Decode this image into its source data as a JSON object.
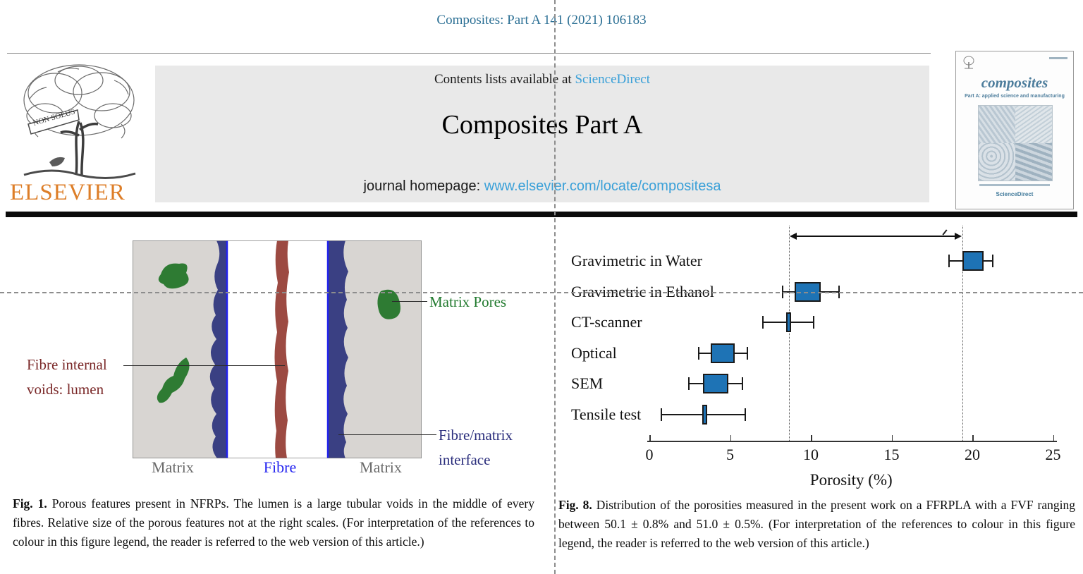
{
  "page": {
    "citation": "Composites: Part A 141 (2021) 106183"
  },
  "banner": {
    "contents_prefix": "Contents lists available at ",
    "sciencedirect_link": "ScienceDirect",
    "journal_title": "Composites Part A",
    "homepage_prefix": "journal homepage: ",
    "homepage_url": "www.elsevier.com/locate/compositesa"
  },
  "publisher": {
    "wordmark": "ELSEVIER",
    "motto": "NON SOLUS"
  },
  "cover": {
    "title": "composites",
    "subtitle": "Part A: applied science and manufacturing",
    "footer": "ScienceDirect"
  },
  "fig1": {
    "labels": {
      "lumen_line1": "Fibre internal",
      "lumen_line2": "voids: lumen",
      "matrix_pores": "Matrix Pores",
      "interface_line1": "Fibre/matrix",
      "interface_line2": "interface",
      "matrix_left": "Matrix",
      "fibre": "Fibre",
      "matrix_right": "Matrix"
    },
    "colors": {
      "matrix_fill": "#d8d5d2",
      "interface_band": "#3a4083",
      "fibre_boundary_line": "#2222ee",
      "lumen_stripe": "#9c4a42",
      "pore_green": "#2e7b33"
    },
    "caption_bold": "Fig. 1.",
    "caption_text": " Porous features present in NFRPs. The lumen is a large tubular voids in the middle of every fibres. Relative size of the porous features not at the right scales. (For interpretation of the references to colour in this figure legend, the reader is referred to the web version of this article.)"
  },
  "fig8": {
    "caption_bold": "Fig. 8.",
    "caption_text": " Distribution of the porosities measured in the present work on a FFRPLA with a FVF ranging between 50.1 ± 0.8% and 51.0 ± 0.5%. (For interpretation of the references to colour in this figure legend, the reader is referred to the web version of this article.)"
  },
  "chart_data": {
    "type": "boxplot",
    "orientation": "horizontal",
    "xlabel": "Porosity (%)",
    "xlim": [
      0,
      25
    ],
    "xticks": [
      0,
      5,
      10,
      15,
      20,
      25
    ],
    "box_color": "#1e73b5",
    "categories": [
      "Gravimetric in Water",
      "Gravimetric in Ethanol",
      "CT-scanner",
      "Optical",
      "SEM",
      "Tensile test"
    ],
    "boxes": [
      {
        "label": "Gravimetric in Water",
        "whisker_low": 18.5,
        "q1": 19.4,
        "q3": 20.7,
        "whisker_high": 21.3
      },
      {
        "label": "Gravimetric in Ethanol",
        "whisker_low": 8.2,
        "q1": 9.0,
        "q3": 10.6,
        "whisker_high": 11.8
      },
      {
        "label": "CT-scanner",
        "whisker_low": 7.0,
        "median": 8.6,
        "whisker_high": 10.2
      },
      {
        "label": "Optical",
        "whisker_low": 3.0,
        "q1": 3.8,
        "q3": 5.3,
        "whisker_high": 6.1
      },
      {
        "label": "SEM",
        "whisker_low": 2.4,
        "q1": 3.3,
        "q3": 4.9,
        "whisker_high": 5.8
      },
      {
        "label": "Tensile test",
        "whisker_low": 0.7,
        "median": 3.4,
        "whisker_high": 6.0
      }
    ],
    "reference_lines": [
      8.65,
      19.4
    ],
    "annotation_arrow": {
      "from": 8.65,
      "to": 19.4
    },
    "legend": "none",
    "grid": false
  }
}
